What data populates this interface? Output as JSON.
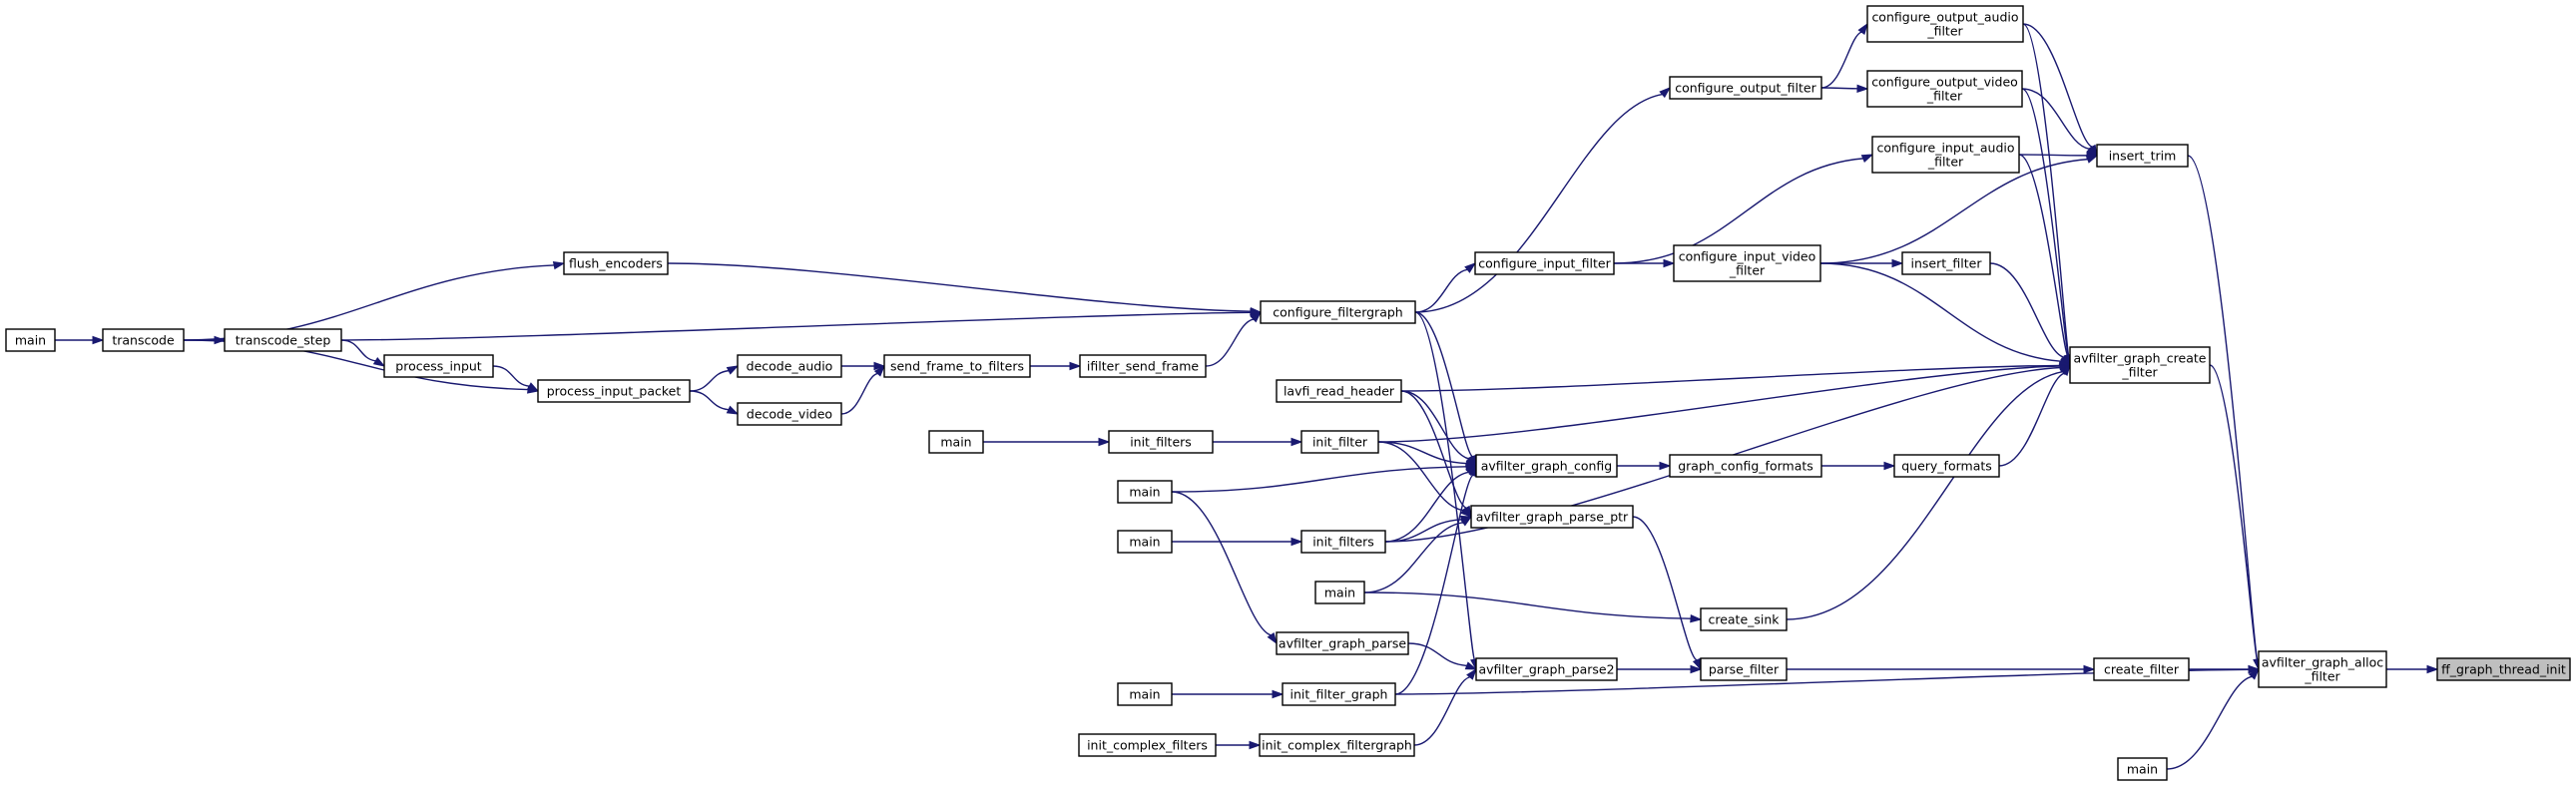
{
  "graph": {
    "nodes": [
      {
        "id": "n1",
        "lines": [
          "main"
        ]
      },
      {
        "id": "n2",
        "lines": [
          "transcode"
        ]
      },
      {
        "id": "n3",
        "lines": [
          "transcode_step"
        ]
      },
      {
        "id": "n4",
        "lines": [
          "flush_encoders"
        ]
      },
      {
        "id": "n5",
        "lines": [
          "process_input"
        ]
      },
      {
        "id": "n6",
        "lines": [
          "process_input_packet"
        ]
      },
      {
        "id": "n7",
        "lines": [
          "decode_audio"
        ]
      },
      {
        "id": "n8",
        "lines": [
          "decode_video"
        ]
      },
      {
        "id": "n9",
        "lines": [
          "send_frame_to_filters"
        ]
      },
      {
        "id": "n10",
        "lines": [
          "ifilter_send_frame"
        ]
      },
      {
        "id": "n11",
        "lines": [
          "configure_filtergraph"
        ]
      },
      {
        "id": "n12",
        "lines": [
          "lavfi_read_header"
        ]
      },
      {
        "id": "n13",
        "lines": [
          "main"
        ]
      },
      {
        "id": "n14",
        "lines": [
          "init_filters"
        ]
      },
      {
        "id": "n15",
        "lines": [
          "init_filter"
        ]
      },
      {
        "id": "n16",
        "lines": [
          "main"
        ]
      },
      {
        "id": "n17",
        "lines": [
          "main"
        ]
      },
      {
        "id": "n18",
        "lines": [
          "init_filters"
        ]
      },
      {
        "id": "n19",
        "lines": [
          "main"
        ]
      },
      {
        "id": "n20",
        "lines": [
          "avfilter_graph_parse"
        ]
      },
      {
        "id": "n21",
        "lines": [
          "main"
        ]
      },
      {
        "id": "n22",
        "lines": [
          "init_filter_graph"
        ]
      },
      {
        "id": "n23",
        "lines": [
          "init_complex_filters"
        ]
      },
      {
        "id": "n24",
        "lines": [
          "init_complex_filtergraph"
        ]
      },
      {
        "id": "n25",
        "lines": [
          "avfilter_graph_config"
        ]
      },
      {
        "id": "n26",
        "lines": [
          "avfilter_graph_parse_ptr"
        ]
      },
      {
        "id": "n27",
        "lines": [
          "avfilter_graph_parse2"
        ]
      },
      {
        "id": "n28",
        "lines": [
          "configure_output_filter"
        ]
      },
      {
        "id": "n29",
        "lines": [
          "configure_input_filter"
        ]
      },
      {
        "id": "n30",
        "lines": [
          "configure_input_video",
          "_filter"
        ]
      },
      {
        "id": "n31",
        "lines": [
          "graph_config_formats"
        ]
      },
      {
        "id": "n32",
        "lines": [
          "create_sink"
        ]
      },
      {
        "id": "n33",
        "lines": [
          "parse_filter"
        ]
      },
      {
        "id": "n34",
        "lines": [
          "configure_output_audio",
          "_filter"
        ]
      },
      {
        "id": "n35",
        "lines": [
          "configure_output_video",
          "_filter"
        ]
      },
      {
        "id": "n36",
        "lines": [
          "configure_input_audio",
          "_filter"
        ]
      },
      {
        "id": "n37",
        "lines": [
          "insert_filter"
        ]
      },
      {
        "id": "n38",
        "lines": [
          "query_formats"
        ]
      },
      {
        "id": "n39",
        "lines": [
          "insert_trim"
        ]
      },
      {
        "id": "n40",
        "lines": [
          "avfilter_graph_create",
          "_filter"
        ]
      },
      {
        "id": "n41",
        "lines": [
          "create_filter"
        ]
      },
      {
        "id": "n42",
        "lines": [
          "avfilter_graph_alloc",
          "_filter"
        ]
      },
      {
        "id": "n43",
        "lines": [
          "main"
        ]
      },
      {
        "id": "n44",
        "lines": [
          "ff_graph_thread_init"
        ]
      }
    ],
    "edges": [
      [
        "n1",
        "n2"
      ],
      [
        "n2",
        "n3"
      ],
      [
        "n2",
        "n4"
      ],
      [
        "n2",
        "n6"
      ],
      [
        "n3",
        "n5"
      ],
      [
        "n3",
        "n11"
      ],
      [
        "n5",
        "n6"
      ],
      [
        "n6",
        "n7"
      ],
      [
        "n6",
        "n8"
      ],
      [
        "n7",
        "n9"
      ],
      [
        "n8",
        "n9"
      ],
      [
        "n9",
        "n10"
      ],
      [
        "n10",
        "n11"
      ],
      [
        "n4",
        "n11"
      ],
      [
        "n11",
        "n28"
      ],
      [
        "n11",
        "n29"
      ],
      [
        "n11",
        "n25"
      ],
      [
        "n11",
        "n27"
      ],
      [
        "n12",
        "n25"
      ],
      [
        "n12",
        "n40"
      ],
      [
        "n12",
        "n26"
      ],
      [
        "n13",
        "n14"
      ],
      [
        "n14",
        "n15"
      ],
      [
        "n15",
        "n25"
      ],
      [
        "n15",
        "n26"
      ],
      [
        "n15",
        "n40"
      ],
      [
        "n16",
        "n25"
      ],
      [
        "n16",
        "n20"
      ],
      [
        "n17",
        "n18"
      ],
      [
        "n18",
        "n25"
      ],
      [
        "n18",
        "n26"
      ],
      [
        "n18",
        "n40"
      ],
      [
        "n19",
        "n26"
      ],
      [
        "n19",
        "n32"
      ],
      [
        "n20",
        "n27"
      ],
      [
        "n21",
        "n22"
      ],
      [
        "n22",
        "n25"
      ],
      [
        "n22",
        "n42"
      ],
      [
        "n23",
        "n24"
      ],
      [
        "n24",
        "n27"
      ],
      [
        "n25",
        "n31"
      ],
      [
        "n26",
        "n33"
      ],
      [
        "n27",
        "n33"
      ],
      [
        "n28",
        "n34"
      ],
      [
        "n28",
        "n35"
      ],
      [
        "n29",
        "n36"
      ],
      [
        "n29",
        "n30"
      ],
      [
        "n30",
        "n37"
      ],
      [
        "n30",
        "n39"
      ],
      [
        "n30",
        "n40"
      ],
      [
        "n31",
        "n38"
      ],
      [
        "n32",
        "n40"
      ],
      [
        "n33",
        "n41"
      ],
      [
        "n34",
        "n39"
      ],
      [
        "n34",
        "n40"
      ],
      [
        "n35",
        "n39"
      ],
      [
        "n35",
        "n40"
      ],
      [
        "n36",
        "n39"
      ],
      [
        "n36",
        "n40"
      ],
      [
        "n37",
        "n40"
      ],
      [
        "n38",
        "n40"
      ],
      [
        "n39",
        "n42"
      ],
      [
        "n40",
        "n42"
      ],
      [
        "n41",
        "n42"
      ],
      [
        "n43",
        "n42"
      ],
      [
        "n42",
        "n44"
      ]
    ]
  }
}
